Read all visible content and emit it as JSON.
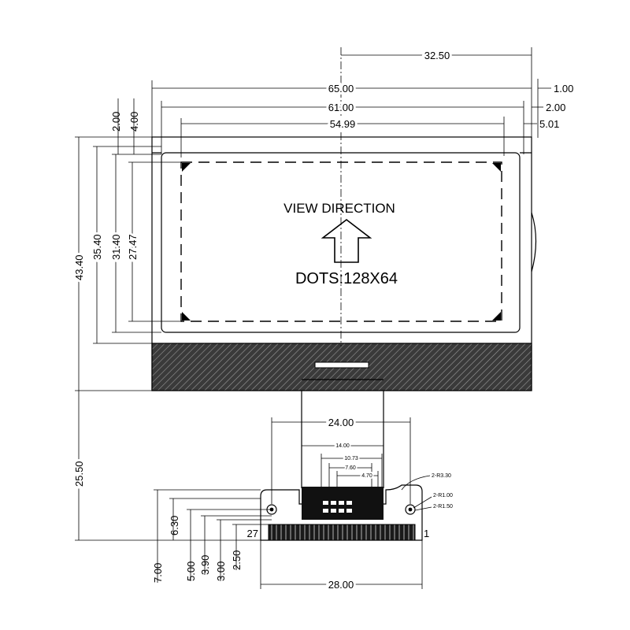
{
  "view_direction": "VIEW DIRECTION",
  "dots": "DOTS:128X64",
  "pin_left": "27",
  "pin_right": "1",
  "dims": {
    "half_width": "32.50",
    "outline_width": "65.00",
    "outline_offset": "1.00",
    "frame_width": "61.00",
    "frame_offset": "2.00",
    "va_width": "54.99",
    "va_offset": "5.01",
    "left_offset_a": "2.00",
    "left_offset_b": "4.00",
    "total_height": "43.40",
    "frame_height": "35.40",
    "va_height_outer": "31.40",
    "va_height_inner": "27.47",
    "tail_length": "25.50",
    "tail_width": "24.00",
    "connector_width": "28.00",
    "inner_14": "14.00",
    "inner_1073": "10.73",
    "inner_760": "7.60",
    "inner_470": "4.70",
    "hole_a": "2-R3.30",
    "hole_b": "2-R1.00",
    "hole_c": "2-R1.50",
    "d630": "6.30",
    "d700": "7.00",
    "d500": "5.00",
    "d390": "3.90",
    "d300": "3.00",
    "d250": "2.50"
  }
}
